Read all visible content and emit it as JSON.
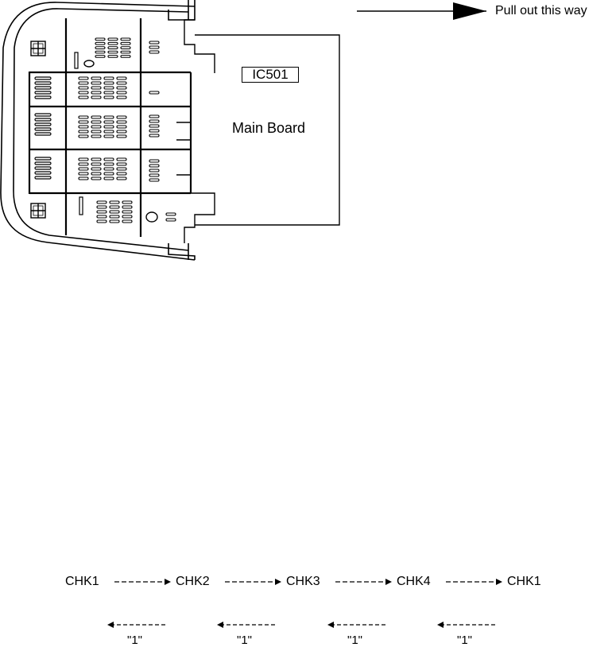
{
  "top_label": "Pull out this way",
  "ic_label": "IC501",
  "board_label": "Main Board",
  "sequence": [
    "CHK1",
    "CHK2",
    "CHK3",
    "CHK4",
    "CHK1"
  ],
  "reverse_label": "\"1\""
}
